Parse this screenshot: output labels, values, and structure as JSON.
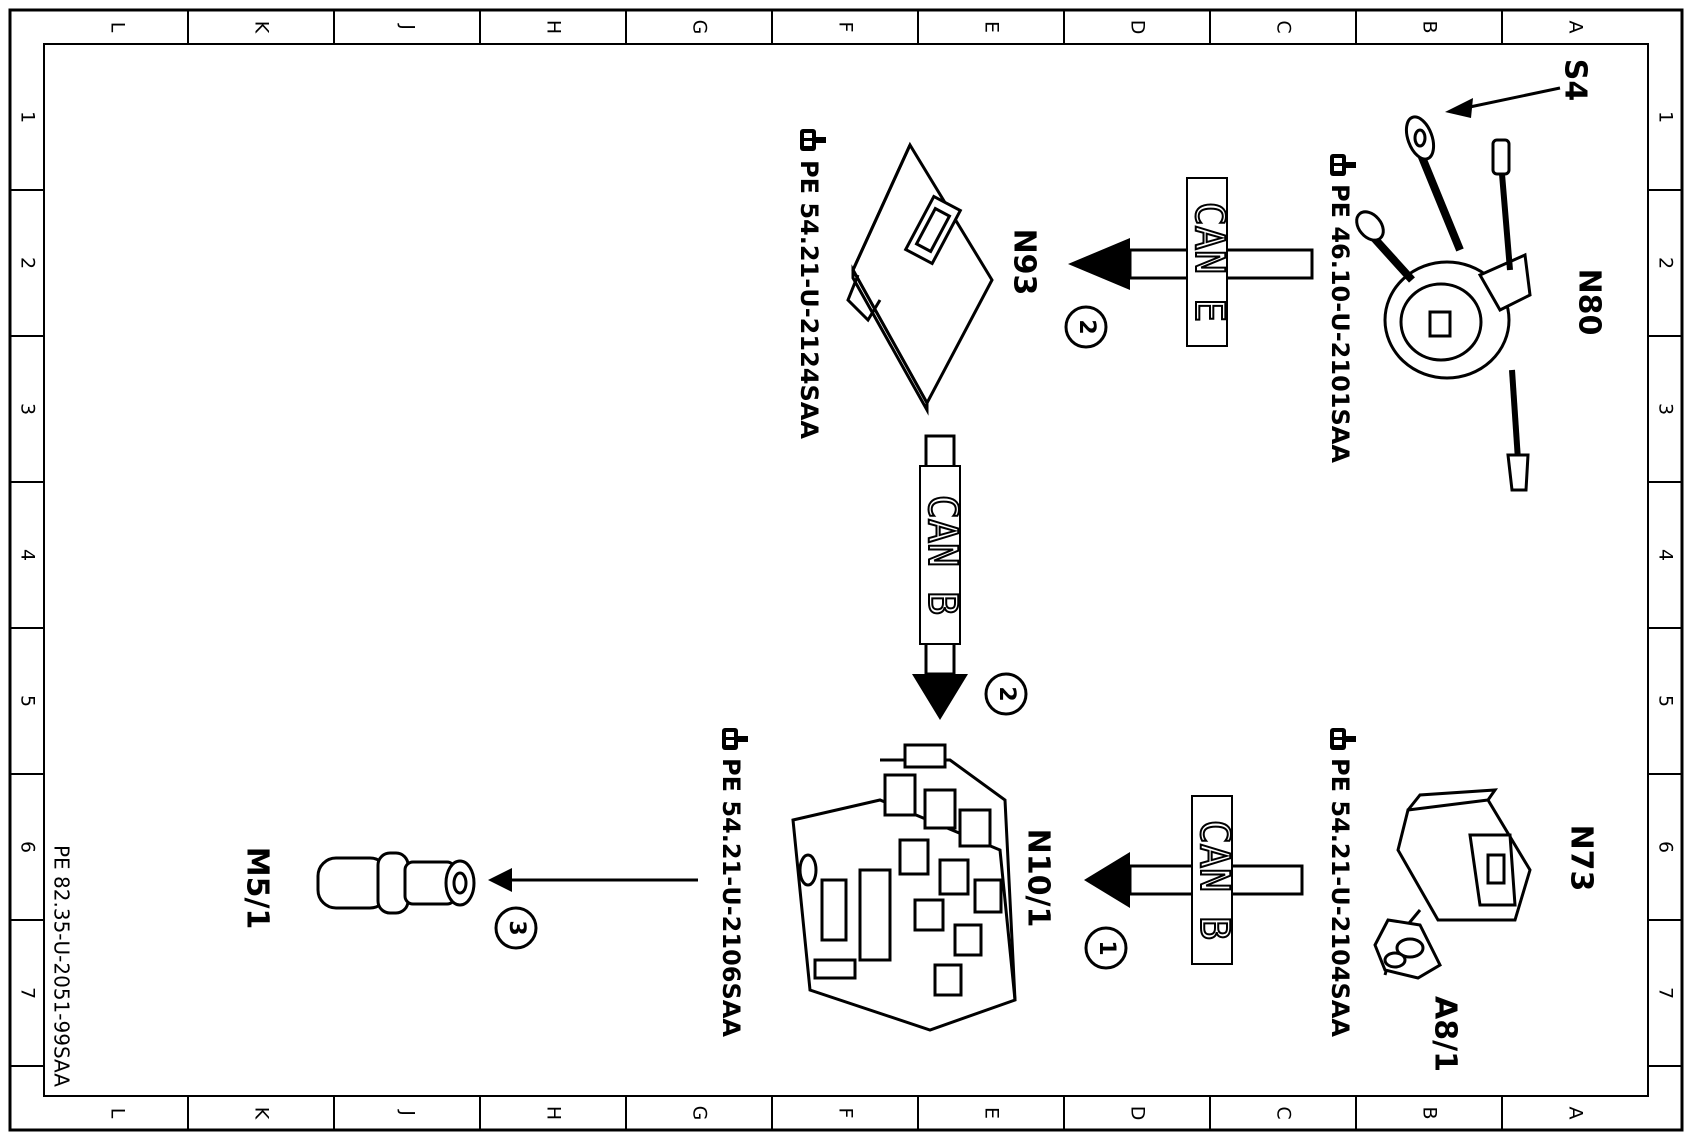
{
  "grid": {
    "columns": [
      "A",
      "B",
      "C",
      "D",
      "E",
      "F",
      "G",
      "H",
      "J",
      "K",
      "L"
    ],
    "rows": [
      "1",
      "2",
      "3",
      "4",
      "5",
      "6",
      "7"
    ]
  },
  "components": {
    "s4": "S4",
    "n80": "N80",
    "n93": "N93",
    "n10": "N10/1",
    "n73": "N73",
    "a8": "A8/1",
    "m5": "M5/1"
  },
  "references": {
    "n80": "PE 46.10-U-2101SAA",
    "n93": "PE 54.21-U-2124SAA",
    "n73": "PE 54.21-U-2104SAA",
    "n10": "PE 54.21-U-2106SAA"
  },
  "buses": {
    "can_e": "CAN E",
    "can_b_vertical": "CAN B",
    "can_b_lower": "CAN B"
  },
  "connections": {
    "n80_to_n93": "2",
    "n93_to_n10": "2",
    "n73_to_n10": "1",
    "n10_to_m5": "3"
  },
  "document_id": "PE 82.35-U-2051-99SAA",
  "icons": {
    "reference_marker": "pointing-hand-icon"
  }
}
